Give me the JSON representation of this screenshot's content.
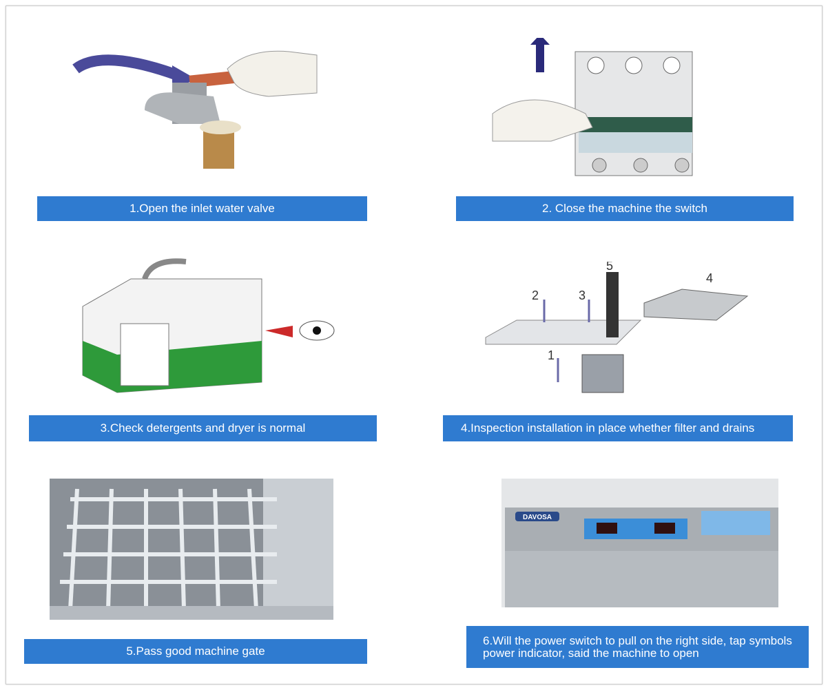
{
  "steps": [
    {
      "label": "1.Open the inlet water valve",
      "image": "faucet-valve-illustration"
    },
    {
      "label": "2. Close the machine the switch",
      "image": "circuit-breaker-illustration"
    },
    {
      "label": "3.Check detergents and dryer is normal",
      "image": "detergent-container-illustration"
    },
    {
      "label": "4.Inspection installation in place whether filter and drains",
      "image": "filter-drain-illustration",
      "callouts": [
        "1",
        "2",
        "3",
        "4",
        "5"
      ]
    },
    {
      "label": "5.Pass good machine gate",
      "image": "machine-rack-photo"
    },
    {
      "label": "6.Will the power switch to pull on the right side, tap symbols power indicator, said the machine to open",
      "image": "machine-control-panel-photo",
      "logo": "DAVOSA"
    }
  ],
  "colors": {
    "label_bg": "#2f7bd0",
    "label_text": "#ffffff"
  }
}
